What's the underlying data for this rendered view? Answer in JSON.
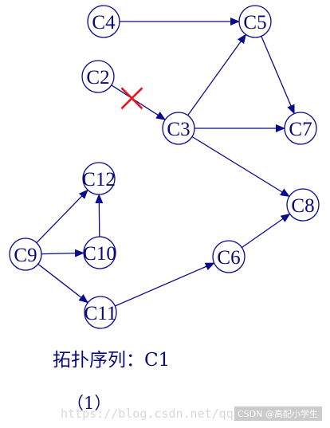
{
  "colors": {
    "stroke": "#0a0a8c",
    "cross": "#e8141e",
    "text": "#0a0a78",
    "background": "#ffffff"
  },
  "nodes": [
    {
      "id": "C4",
      "label": "C4"
    },
    {
      "id": "C5",
      "label": "C5"
    },
    {
      "id": "C2",
      "label": "C2"
    },
    {
      "id": "C3",
      "label": "C3"
    },
    {
      "id": "C7",
      "label": "C7"
    },
    {
      "id": "C12",
      "label": "C12"
    },
    {
      "id": "C8",
      "label": "C8"
    },
    {
      "id": "C9",
      "label": "C9"
    },
    {
      "id": "C10",
      "label": "C10"
    },
    {
      "id": "C6",
      "label": "C6"
    },
    {
      "id": "C11",
      "label": "C11"
    }
  ],
  "edges": [
    {
      "from": "C4",
      "to": "C5"
    },
    {
      "from": "C2",
      "to": "C3",
      "removed": true
    },
    {
      "from": "C3",
      "to": "C5"
    },
    {
      "from": "C5",
      "to": "C7"
    },
    {
      "from": "C3",
      "to": "C7"
    },
    {
      "from": "C3",
      "to": "C8"
    },
    {
      "from": "C9",
      "to": "C12"
    },
    {
      "from": "C9",
      "to": "C10"
    },
    {
      "from": "C10",
      "to": "C12"
    },
    {
      "from": "C9",
      "to": "C11"
    },
    {
      "from": "C11",
      "to": "C6"
    },
    {
      "from": "C6",
      "to": "C8"
    }
  ],
  "caption": {
    "sequence": "拓扑序列：C1",
    "step": "（1）"
  },
  "watermark": {
    "url": "https://blog.csdn.net/qq_37618797",
    "brand": "CSDN @高配小学生"
  }
}
